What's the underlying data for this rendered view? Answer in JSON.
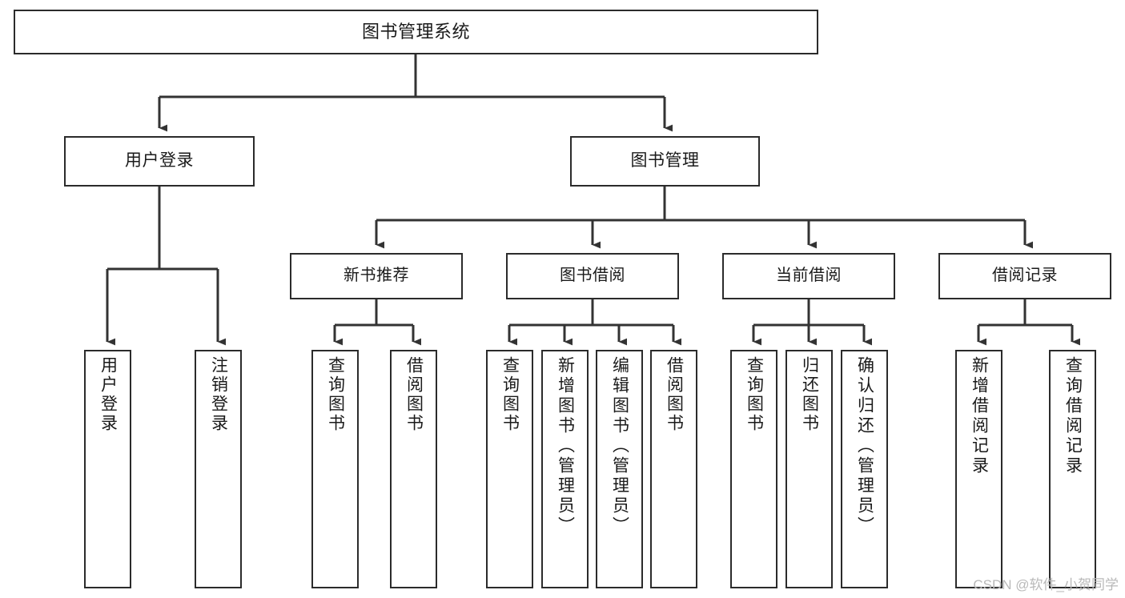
{
  "diagram": {
    "title": "图书管理系统",
    "type": "tree-structure-chart",
    "colors": {
      "background": "#ffffff",
      "box_border": "#2b2b2b",
      "box_fill": "#ffffff",
      "text": "#1a1a1a",
      "connector": "#333333",
      "watermark": "#b9b9b9"
    },
    "root": {
      "label": "图书管理系统"
    },
    "level2": [
      {
        "label": "用户登录"
      },
      {
        "label": "图书管理"
      }
    ],
    "level3": [
      {
        "label": "新书推荐"
      },
      {
        "label": "图书借阅"
      },
      {
        "label": "当前借阅"
      },
      {
        "label": "借阅记录"
      }
    ],
    "leaves": {
      "user_login": [
        {
          "label": "用户登录"
        },
        {
          "label": "注销登录"
        }
      ],
      "new_book_recommend": [
        {
          "label": "查询图书"
        },
        {
          "label": "借阅图书"
        }
      ],
      "book_borrow": [
        {
          "label": "查询图书"
        },
        {
          "label": "新增图书（管理员）"
        },
        {
          "label": "编辑图书（管理员）"
        },
        {
          "label": "借阅图书"
        }
      ],
      "current_borrow": [
        {
          "label": "查询图书"
        },
        {
          "label": "归还图书"
        },
        {
          "label": "确认归还（管理员）"
        }
      ],
      "borrow_record": [
        {
          "label": "新增借阅记录"
        },
        {
          "label": "查询借阅记录"
        }
      ]
    }
  },
  "watermark": {
    "text": "CSDN @软件_小贺同学"
  }
}
